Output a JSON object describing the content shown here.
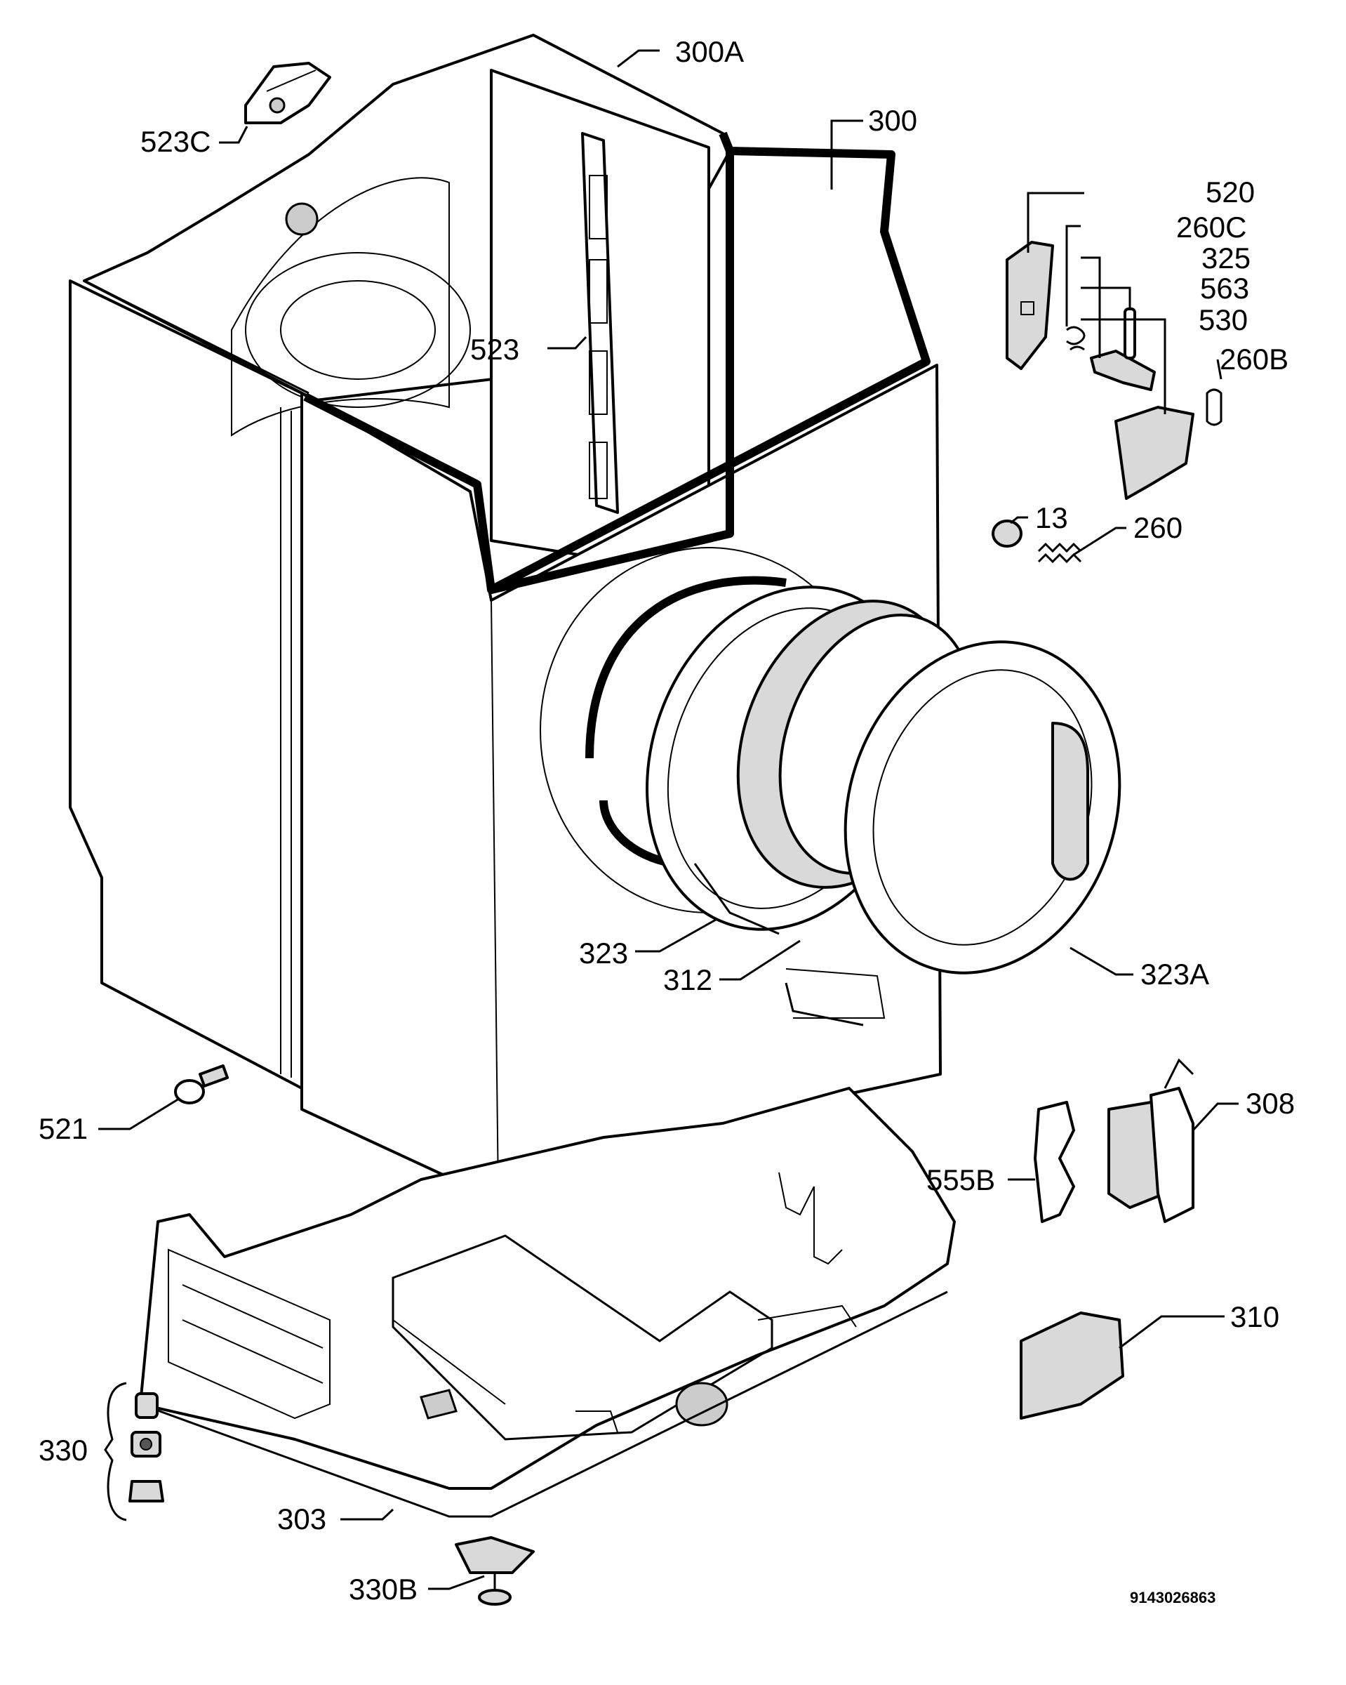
{
  "document": {
    "number": "9143026863"
  },
  "callouts": [
    {
      "id": "300A",
      "label": "300A"
    },
    {
      "id": "300",
      "label": "300"
    },
    {
      "id": "523C",
      "label": "523C"
    },
    {
      "id": "520",
      "label": "520"
    },
    {
      "id": "260C",
      "label": "260C"
    },
    {
      "id": "325",
      "label": "325"
    },
    {
      "id": "563",
      "label": "563"
    },
    {
      "id": "530",
      "label": "530"
    },
    {
      "id": "260B",
      "label": "260B"
    },
    {
      "id": "523",
      "label": "523"
    },
    {
      "id": "13",
      "label": "13"
    },
    {
      "id": "260",
      "label": "260"
    },
    {
      "id": "323",
      "label": "323"
    },
    {
      "id": "312",
      "label": "312"
    },
    {
      "id": "323A",
      "label": "323A"
    },
    {
      "id": "521",
      "label": "521"
    },
    {
      "id": "308",
      "label": "308"
    },
    {
      "id": "555B",
      "label": "555B"
    },
    {
      "id": "310",
      "label": "310"
    },
    {
      "id": "330",
      "label": "330"
    },
    {
      "id": "303",
      "label": "303"
    },
    {
      "id": "330B",
      "label": "330B"
    }
  ]
}
